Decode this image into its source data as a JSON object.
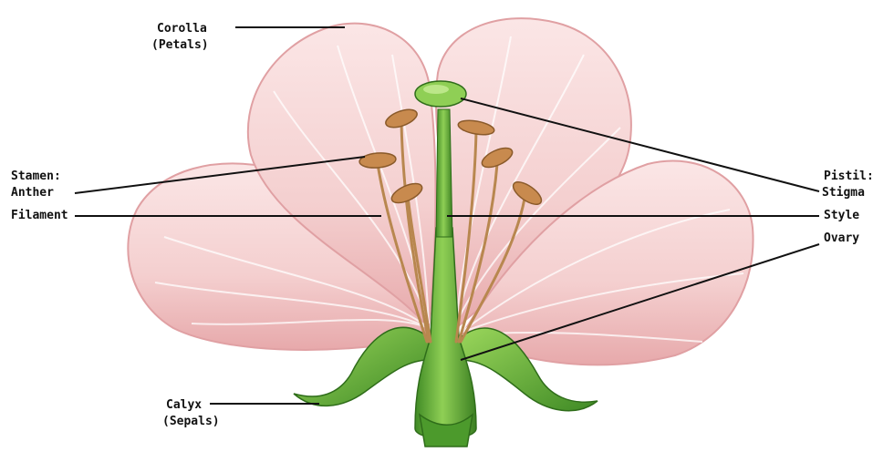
{
  "labels": {
    "corolla": "Corolla",
    "petals": "(Petals)",
    "stamen": "Stamen:",
    "anther": "Anther",
    "filament": "Filament",
    "pistil": "Pistil:",
    "stigma": "Stigma",
    "style": "Style",
    "ovary": "Ovary",
    "calyx": "Calyx",
    "sepals": "(Sepals)"
  },
  "colors": {
    "petal": "#f3c9c9",
    "petal_edge": "#d98a8e",
    "sepal": "#6db33f",
    "pistil": "#4e9a2e",
    "anther": "#c88a4e",
    "filament": "#b8874f",
    "leader_line": "#111111"
  }
}
